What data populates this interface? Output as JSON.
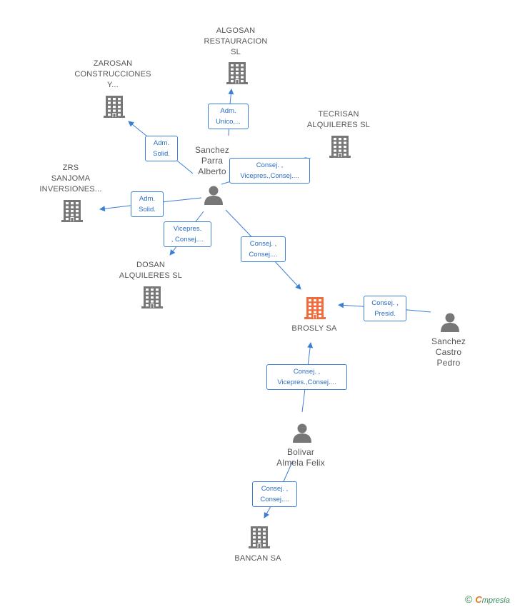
{
  "companies": [
    {
      "id": "algosan",
      "lines": [
        "ALGOSAN",
        "RESTAURACION",
        "SL"
      ],
      "highlight": false
    },
    {
      "id": "zarosan",
      "lines": [
        "ZAROSAN",
        "CONSTRUCCIONES",
        "Y..."
      ],
      "highlight": false
    },
    {
      "id": "tecrisan",
      "lines": [
        "TECRISAN",
        "ALQUILERES SL"
      ],
      "highlight": false
    },
    {
      "id": "zrs",
      "lines": [
        "ZRS",
        "SANJOMA",
        "INVERSIONES..."
      ],
      "highlight": false
    },
    {
      "id": "dosan",
      "lines": [
        "DOSAN",
        "ALQUILERES SL"
      ],
      "highlight": false
    },
    {
      "id": "brosly",
      "lines": [
        "BROSLY SA"
      ],
      "highlight": true
    },
    {
      "id": "bancan",
      "lines": [
        "BANCAN SA"
      ],
      "highlight": false
    }
  ],
  "persons": [
    {
      "id": "sanchez-parra",
      "lines": [
        "Sanchez",
        "Parra",
        "Alberto"
      ]
    },
    {
      "id": "sanchez-castro",
      "lines": [
        "Sanchez",
        "Castro",
        "Pedro"
      ]
    },
    {
      "id": "bolivar",
      "lines": [
        "Bolivar",
        "Almela Felix"
      ]
    }
  ],
  "relations": [
    {
      "id": "rel-algosan",
      "lines": [
        "Adm.",
        "Unico,..."
      ]
    },
    {
      "id": "rel-zarosan",
      "lines": [
        "Adm.",
        "Solid."
      ]
    },
    {
      "id": "rel-tecrisan",
      "lines": [
        "Consej. ,",
        "Vicepres.,Consej...."
      ]
    },
    {
      "id": "rel-zrs",
      "lines": [
        "Adm.",
        "Solid."
      ]
    },
    {
      "id": "rel-dosan",
      "lines": [
        "Vicepres.",
        ", Consej...."
      ]
    },
    {
      "id": "rel-brosly-parra",
      "lines": [
        "Consej. ,",
        "Consej...."
      ]
    },
    {
      "id": "rel-brosly-castro",
      "lines": [
        "Consej. ,",
        "Presid."
      ]
    },
    {
      "id": "rel-brosly-bolivar",
      "lines": [
        "Consej. ,",
        "Vicepres.,Consej...."
      ]
    },
    {
      "id": "rel-bancan",
      "lines": [
        "Consej. ,",
        "Consej...."
      ]
    }
  ],
  "colors": {
    "edge": "#3a7fd5",
    "node": "#777777",
    "highlight": "#f26b3a",
    "label": "#555555"
  },
  "footer": {
    "copyright": "©",
    "brand_initial": "C",
    "brand_rest": "mpresia"
  }
}
